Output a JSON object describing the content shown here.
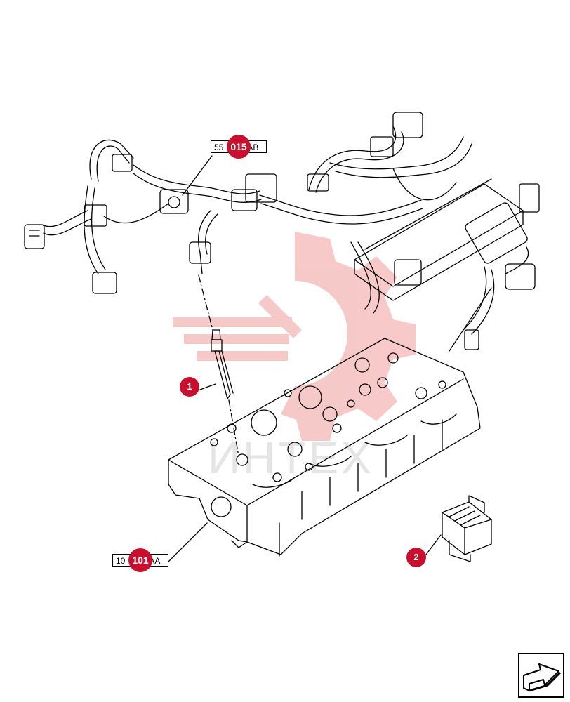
{
  "diagram": {
    "refs": [
      {
        "prefix": "55",
        "highlight": "015",
        "suffix": "AB"
      },
      {
        "prefix": "10",
        "highlight": "101",
        "suffix": "AA"
      }
    ],
    "callouts": [
      "1",
      "2"
    ],
    "watermark": "ИНТЕХ"
  },
  "colors": {
    "accent": "#c8102e",
    "line": "#000000",
    "watermark": "#f4b7b7"
  },
  "icons": {
    "nav": "arrow-next-page-icon"
  }
}
